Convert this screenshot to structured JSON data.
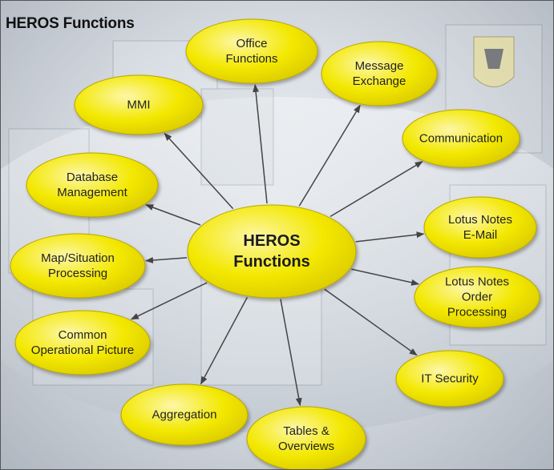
{
  "title": "HEROS Functions",
  "colors": {
    "node_fill": "#f3e800",
    "node_highlight": "#fdf7a8",
    "node_stroke": "#b8a400",
    "arrow": "#444444"
  },
  "center": {
    "label": "HEROS\nFunctions"
  },
  "nodes": [
    {
      "id": "office-functions",
      "label": "Office\nFunctions"
    },
    {
      "id": "message-exchange",
      "label": "Message\nExchange"
    },
    {
      "id": "communication",
      "label": "Communication"
    },
    {
      "id": "lotus-notes-email",
      "label": "Lotus Notes\nE-Mail"
    },
    {
      "id": "lotus-notes-order-processing",
      "label": "Lotus Notes\nOrder Processing"
    },
    {
      "id": "it-security",
      "label": "IT Security"
    },
    {
      "id": "tables-overviews",
      "label": "Tables &\nOverviews"
    },
    {
      "id": "aggregation",
      "label": "Aggregation"
    },
    {
      "id": "common-operational-picture",
      "label": "Common\nOperational Picture"
    },
    {
      "id": "map-situation-processing",
      "label": "Map/Situation\nProcessing"
    },
    {
      "id": "database-management",
      "label": "Database\nManagement"
    },
    {
      "id": "mmi",
      "label": "MMI"
    }
  ]
}
